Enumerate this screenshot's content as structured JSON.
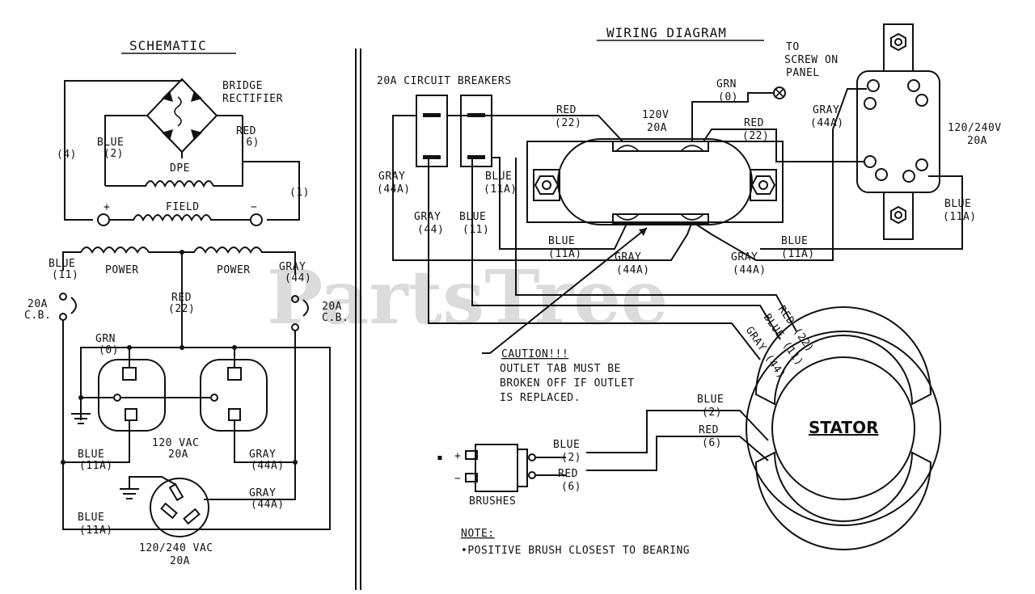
{
  "watermark": "PartsTree",
  "schematic": {
    "title": "SCHEMATIC",
    "bridge_rectifier": [
      "BRIDGE",
      "RECTIFIER"
    ],
    "labels": {
      "wire4": "(4)",
      "blue2": [
        "BLUE",
        "(2)"
      ],
      "red6": [
        "RED",
        "(6)"
      ],
      "dpe": "DPE",
      "wire1": "(1)",
      "plus": "+",
      "minus": "−",
      "field": "FIELD",
      "power_left": "POWER",
      "power_right": "POWER",
      "blue11": [
        "BLUE",
        "(11)"
      ],
      "gray44": [
        "GRAY",
        "(44)"
      ],
      "red22": [
        "RED",
        "(22)"
      ],
      "cb_left": [
        "20A",
        "C.B."
      ],
      "cb_right": [
        "20A",
        "C.B."
      ],
      "grn0": [
        "GRN",
        "(0)"
      ],
      "outlet120": [
        "120 VAC",
        "20A"
      ],
      "blue11a_1": [
        "BLUE",
        "(11A)"
      ],
      "gray44a_1": [
        "GRAY",
        "(44A)"
      ],
      "gray44a_2": [
        "GRAY",
        "(44A)"
      ],
      "blue11a_2": [
        "BLUE",
        "(11A)"
      ],
      "outlet240": [
        "120/240 VAC",
        "20A"
      ]
    }
  },
  "wiring": {
    "title": "WIRING DIAGRAM",
    "labels": {
      "breakers": "20A CIRCUIT BREAKERS",
      "screw": [
        "TO",
        "SCREW ON",
        "PANEL"
      ],
      "grn0": [
        "GRN",
        "(0)"
      ],
      "red22_a": [
        "RED",
        "(22)"
      ],
      "outlet120": [
        "120V",
        "20A"
      ],
      "red22_b": [
        "RED",
        "(22)"
      ],
      "gray44a_top": [
        "GRAY",
        "(44A)"
      ],
      "outlet240": [
        "120/240V",
        "20A"
      ],
      "gray44a_left": [
        "GRAY",
        "(44A)"
      ],
      "blue11a_mid": [
        "BLUE",
        "(11A)"
      ],
      "gray44": [
        "GRAY",
        "(44)"
      ],
      "blue11": [
        "BLUE",
        "(11)"
      ],
      "blue11a_low": [
        "BLUE",
        "(11A)"
      ],
      "gray44a_low1": [
        "GRAY",
        "(44A)"
      ],
      "gray44a_low2": [
        "GRAY",
        "(44A)"
      ],
      "blue11a_low2": [
        "BLUE",
        "(11A)"
      ],
      "blue11a_right": [
        "BLUE",
        "(11A)"
      ],
      "caution": [
        "CAUTION!!!",
        "OUTLET TAB MUST BE",
        "BROKEN OFF IF OUTLET",
        "IS REPLACED."
      ],
      "stator": "STATOR",
      "stator_leads": [
        "RED (22)",
        "BLUE (11)",
        "GRAY (44)"
      ],
      "blue2_stator": [
        "BLUE",
        "(2)"
      ],
      "red6_stator": [
        "RED",
        "(6)"
      ],
      "blue2_brush": [
        "BLUE",
        "(2)"
      ],
      "red6_brush": [
        "RED",
        "(6)"
      ],
      "brush_plus": "+",
      "brush_minus": "−",
      "brush_dot": "▪",
      "brushes": "BRUSHES",
      "note_title": "NOTE:",
      "note_text": "•POSITIVE BRUSH CLOSEST TO BEARING"
    }
  }
}
